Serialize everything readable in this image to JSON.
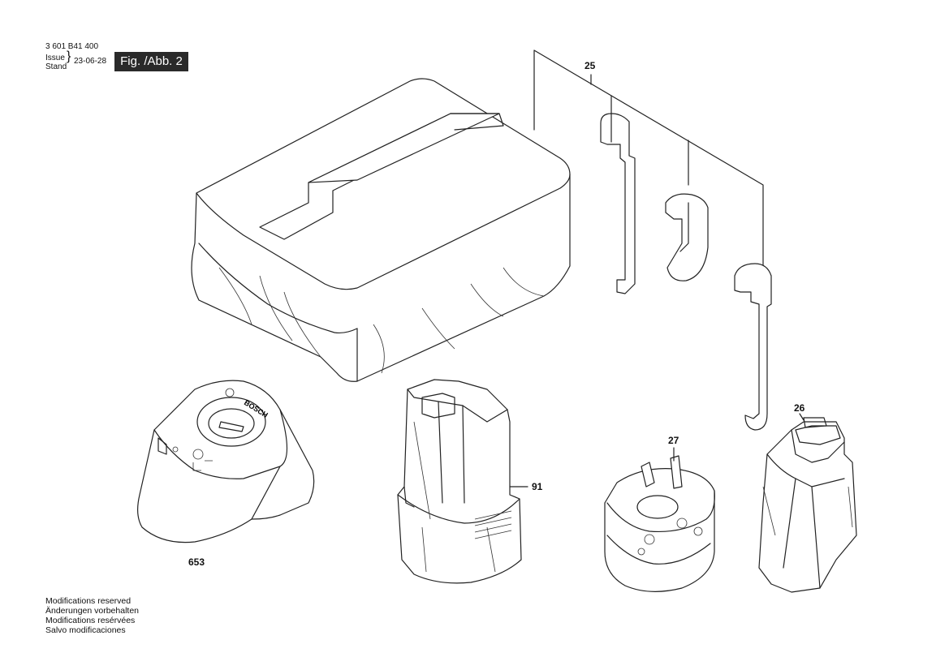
{
  "header": {
    "part_number": "3 601 B41 400",
    "issue_label": "Issue",
    "stand_label": "Stand",
    "date": "23-06-28",
    "figure": "Fig. /Abb. 2"
  },
  "part_labels": {
    "bag": "25",
    "clip_set": "25",
    "cap": "26",
    "base": "27",
    "battery": "91",
    "charger": "653"
  },
  "charger_brand": "BOSCH",
  "notes": [
    "Modifications reserved",
    "Änderungen vorbehalten",
    "Modifications resérvées",
    "Salvo modificaciones"
  ]
}
